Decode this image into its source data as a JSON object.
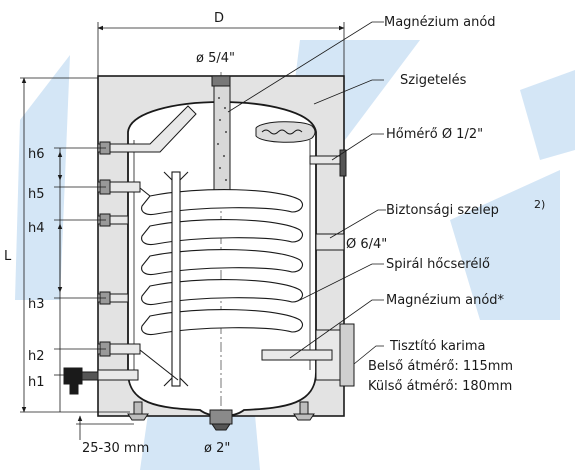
{
  "dimensions": {
    "width_label": "D",
    "height_label": "L",
    "top_port": "ø 5/4\"",
    "bottom_port": "ø 2\"",
    "side_port": "Ø 6/4\"",
    "foot_height": "25-30 mm",
    "heights": [
      "h6",
      "h5",
      "h4",
      "h3",
      "h2",
      "h1"
    ]
  },
  "callouts": {
    "anode_top": "Magnézium anód",
    "insulation": "Szigetelés",
    "thermometer": "Hőmérő Ø 1/2\"",
    "safety_valve": "Biztonsági szelep",
    "safety_valve_note": "2)",
    "spiral": "Spirál hőcserélő",
    "anode_bottom": "Magnézium anód*",
    "flange_title": "Tisztító karima",
    "flange_inner": "Belső átmérő: 115mm",
    "flange_outer": "Külső átmérő: 180mm"
  },
  "colors": {
    "insulation": "#e3e3e3",
    "tank_interior": "#ffffff",
    "line": "#1a1a1a",
    "watermark": "#d4e6f6"
  }
}
